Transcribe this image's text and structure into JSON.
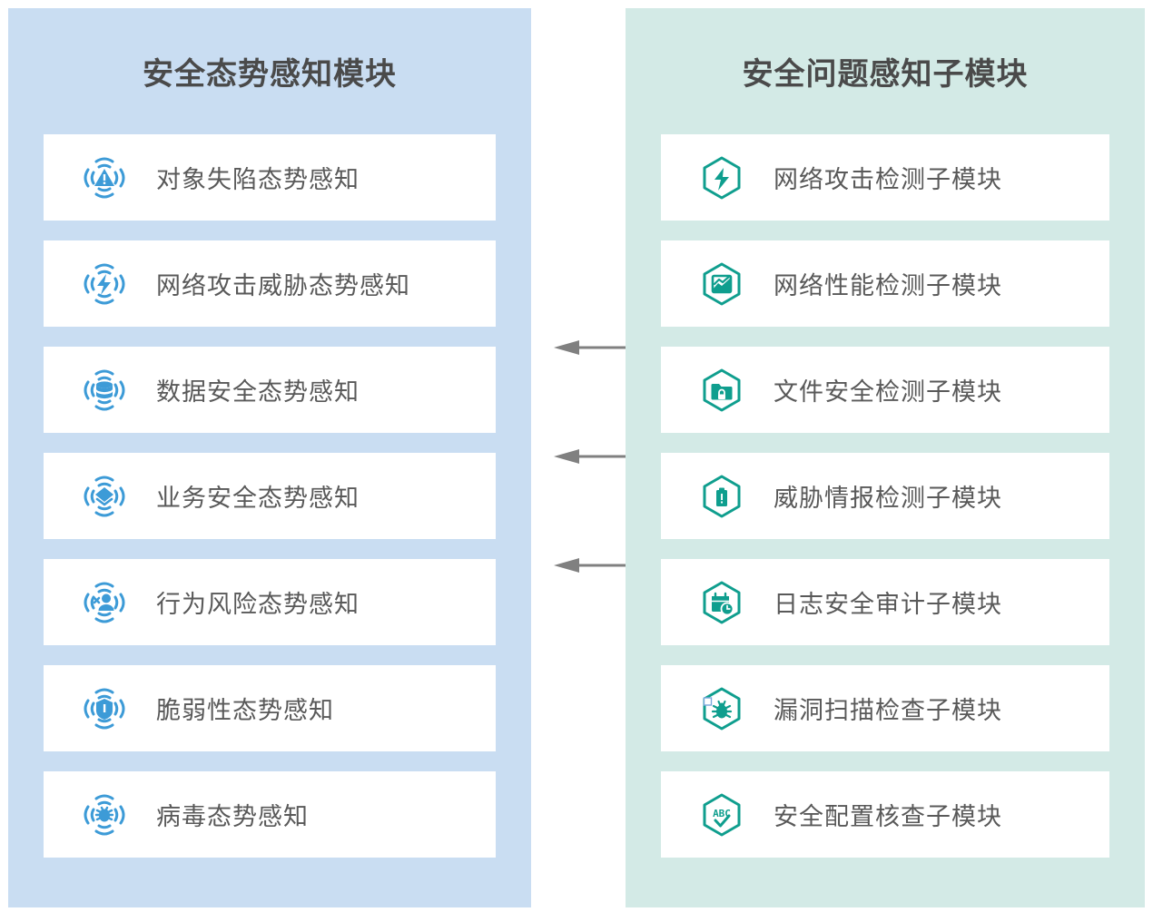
{
  "colors": {
    "left_panel_bg": "#c9ddf2",
    "right_panel_bg": "#d3eae6",
    "left_icon": "#3d9bd7",
    "right_icon": "#0f9e8e",
    "title_text": "#4a4a4a",
    "label_text": "#595959",
    "card_bg": "#ffffff",
    "arrow": "#808080"
  },
  "left_panel": {
    "title": "安全态势感知模块",
    "items": [
      {
        "label": "对象失陷态势感知",
        "icon": "warning-triangle-signal-icon"
      },
      {
        "label": "网络攻击威胁态势感知",
        "icon": "lightning-bolt-signal-icon"
      },
      {
        "label": "数据安全态势感知",
        "icon": "database-signal-icon"
      },
      {
        "label": "业务安全态势感知",
        "icon": "diamond-layers-signal-icon"
      },
      {
        "label": "行为风险态势感知",
        "icon": "user-risk-signal-icon"
      },
      {
        "label": "脆弱性态势感知",
        "icon": "shield-signal-icon"
      },
      {
        "label": "病毒态势感知",
        "icon": "virus-bug-signal-icon"
      }
    ]
  },
  "right_panel": {
    "title": "安全问题感知子模块",
    "items": [
      {
        "label": "网络攻击检测子模块",
        "icon": "hexagon-lightning-icon"
      },
      {
        "label": "网络性能检测子模块",
        "icon": "hexagon-chart-icon"
      },
      {
        "label": "文件安全检测子模块",
        "icon": "hexagon-folder-lock-icon"
      },
      {
        "label": "威胁情报检测子模块",
        "icon": "hexagon-alert-clipboard-icon"
      },
      {
        "label": "日志安全审计子模块",
        "icon": "hexagon-calendar-clock-icon"
      },
      {
        "label": "漏洞扫描检查子模块",
        "icon": "hexagon-bug-icon"
      },
      {
        "label": "安全配置核查子模块",
        "icon": "hexagon-abc-check-icon"
      }
    ]
  },
  "connectors": [
    {
      "name": "arrow-right-to-left-1",
      "direction": "left"
    },
    {
      "name": "arrow-right-to-left-2",
      "direction": "left"
    },
    {
      "name": "arrow-right-to-left-3",
      "direction": "left"
    }
  ]
}
